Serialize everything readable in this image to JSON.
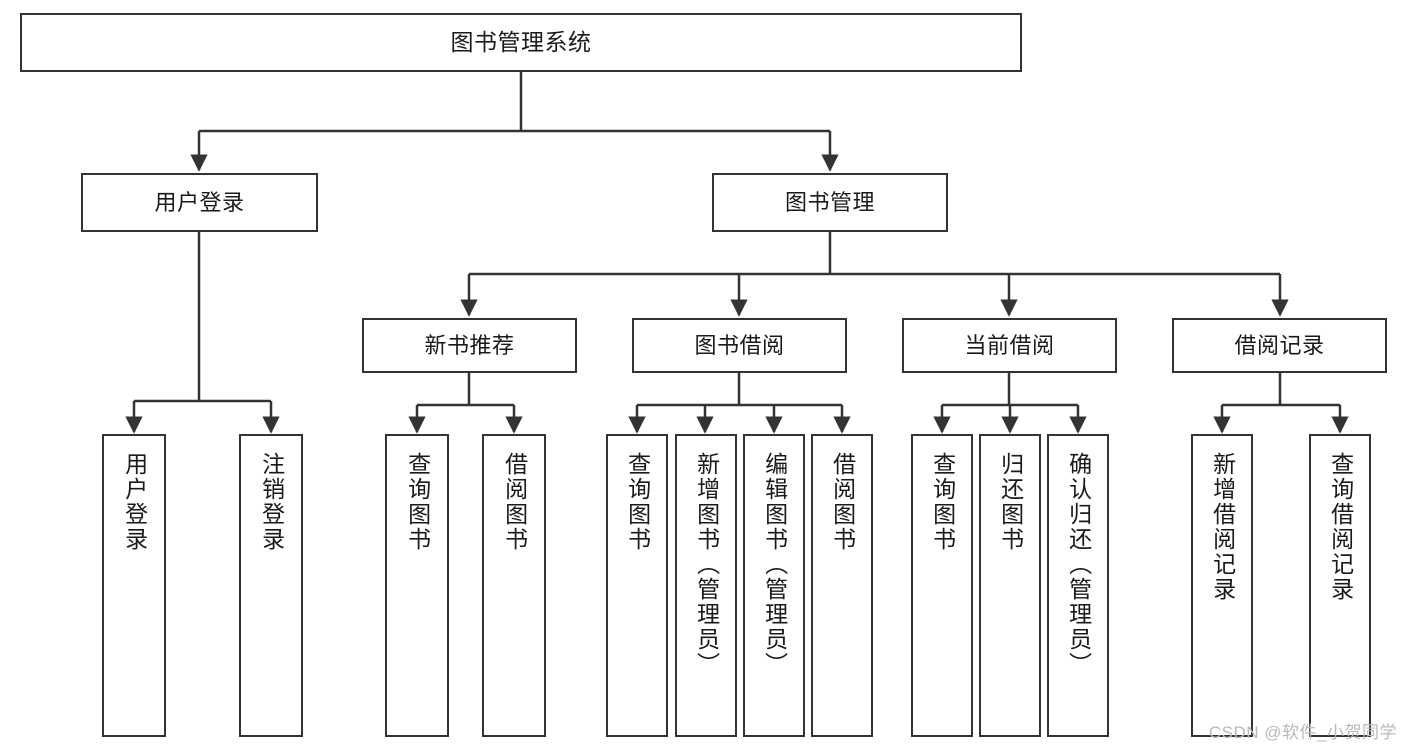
{
  "diagram": {
    "title": "图书管理系统",
    "type": "tree-hierarchy-chart",
    "root": {
      "label": "图书管理系统"
    },
    "level2": [
      {
        "label": "用户登录"
      },
      {
        "label": "图书管理"
      }
    ],
    "level3": [
      {
        "label": "新书推荐"
      },
      {
        "label": "图书借阅"
      },
      {
        "label": "当前借阅"
      },
      {
        "label": "借阅记录"
      }
    ],
    "leaves": {
      "user_login": [
        {
          "label": "用户登录"
        },
        {
          "label": "注销登录"
        }
      ],
      "new_book_recommend": [
        {
          "label": "查询图书"
        },
        {
          "label": "借阅图书"
        }
      ],
      "book_borrow": [
        {
          "label": "查询图书"
        },
        {
          "label": "新增图书（管理员）"
        },
        {
          "label": "编辑图书（管理员）"
        },
        {
          "label": "借阅图书"
        }
      ],
      "current_borrow": [
        {
          "label": "查询图书"
        },
        {
          "label": "归还图书"
        },
        {
          "label": "确认归还（管理员）"
        }
      ],
      "borrow_record": [
        {
          "label": "新增借阅记录"
        },
        {
          "label": "查询借阅记录"
        }
      ]
    }
  },
  "watermark": {
    "text": "CSDN @软件_小贺同学"
  },
  "colors": {
    "stroke": "#333333",
    "background": "#ffffff",
    "text": "#1a1a1a",
    "watermark": "#b9b9b9"
  }
}
